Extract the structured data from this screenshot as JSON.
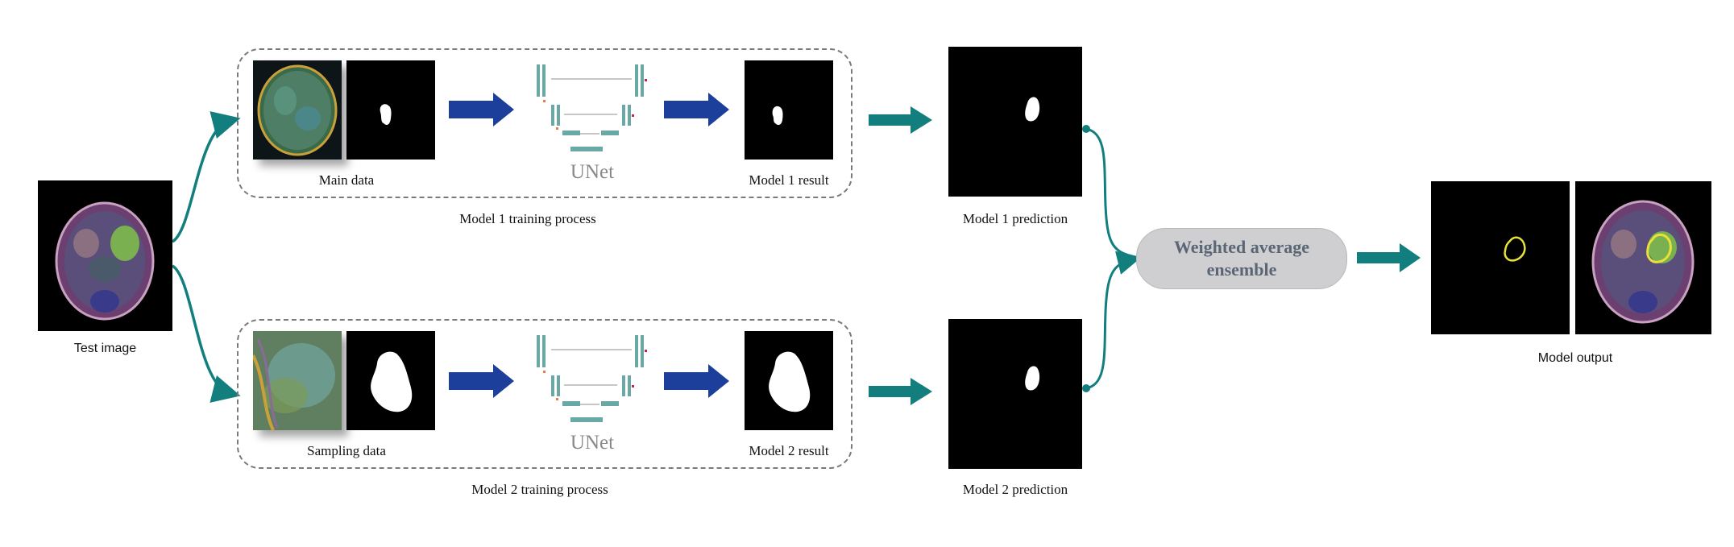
{
  "labels": {
    "test_image": "Test image",
    "main_data": "Main data",
    "sampling_data": "Sampling data",
    "unet_1": "UNet",
    "unet_2": "UNet",
    "model1_result": "Model 1 result",
    "model2_result": "Model 2 result",
    "model1_training": "Model 1 training process",
    "model2_training": "Model 2 training process",
    "model1_prediction": "Model 1 prediction",
    "model2_prediction": "Model 2 prediction",
    "ensemble": "Weighted average ensemble",
    "model_output": "Model output"
  },
  "colors": {
    "teal": "#127f7e",
    "navy": "#1b3f9a",
    "dashed_border": "#7a7a7a",
    "ensemble_fill": "#cfcfd2",
    "ensemble_text": "#5b6675",
    "contour": "#e7e23a"
  }
}
